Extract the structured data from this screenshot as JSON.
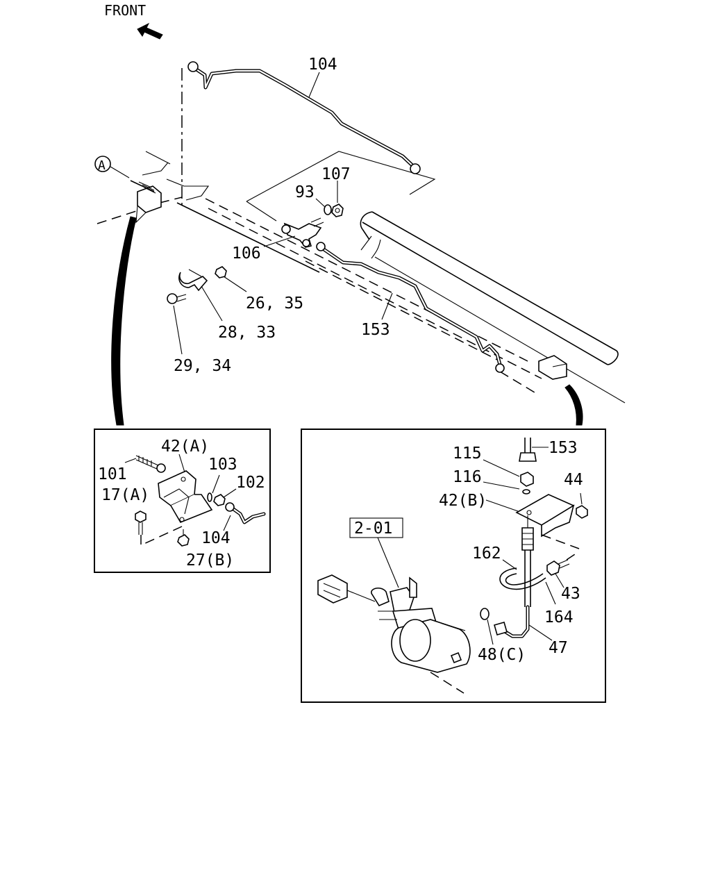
{
  "header": {
    "front_label": "FRONT"
  },
  "marker_a": "A",
  "main_labels": {
    "l104": "104",
    "l107": "107",
    "l93": "93",
    "l106": "106",
    "l26_35": "26, 35",
    "l28_33": "28, 33",
    "l29_34": "29, 34",
    "l153": "153"
  },
  "detail_left": {
    "l42a": "42(A)",
    "l101": "101",
    "l103": "103",
    "l102": "102",
    "l17a": "17(A)",
    "l104": "104",
    "l27b": "27(B)"
  },
  "detail_right": {
    "l115": "115",
    "l153": "153",
    "l116": "116",
    "l44": "44",
    "l42b": "42(B)",
    "l2_01": "2-01",
    "l162": "162",
    "l43": "43",
    "l164": "164",
    "l47": "47",
    "l48c": "48(C)"
  }
}
